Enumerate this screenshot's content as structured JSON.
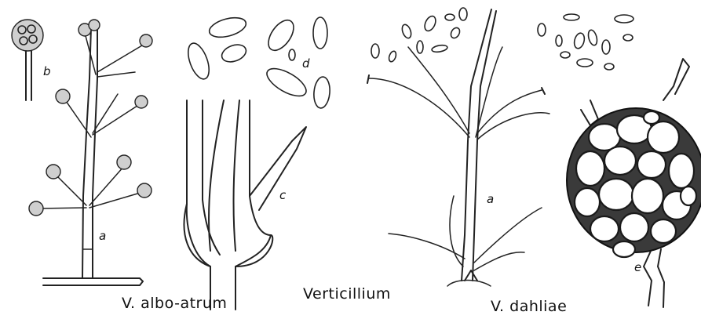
{
  "captions": {
    "species_left": "V. albo-atrum",
    "genus_center": "Verticillium",
    "species_right": "V. dahliae"
  },
  "panel_letters": {
    "a_left": "a",
    "b": "b",
    "c": "c",
    "d": "d",
    "a_right": "a",
    "e": "e"
  }
}
